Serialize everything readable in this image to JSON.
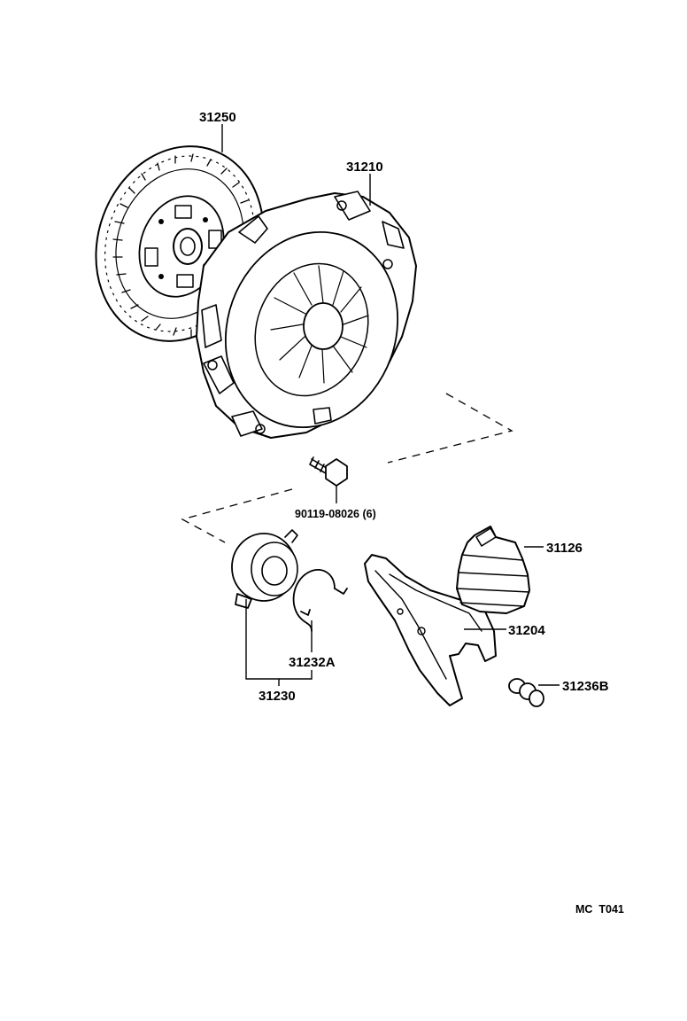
{
  "parts": {
    "clutch_disc": "31250",
    "clutch_cover": "31210",
    "cover_bolt": "90119-08026 (6)",
    "release_fork_boot": "31126",
    "release_fork": "31204",
    "hub_clip": "31232A",
    "release_bearing_assembly": "31230",
    "fork_support": "31236B"
  },
  "diagram_code": "MC  T041"
}
